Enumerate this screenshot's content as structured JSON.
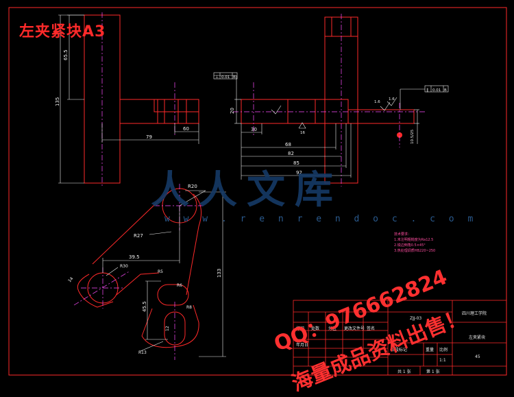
{
  "title": "左夹紧块A3",
  "watermark": {
    "cn": "人人文库",
    "url": "w w w . r e n r e n d o c . c o m"
  },
  "ads": {
    "line1": "QQ：976662824",
    "line2": "海量成品资料出售！"
  },
  "dimensions": {
    "d655": "65.5",
    "d135": "135",
    "d60": "60",
    "d79": "79",
    "d20v": "20",
    "d30": "30",
    "d68": "68",
    "d82": "82",
    "d85": "85",
    "d92": "92",
    "d16a": "16",
    "d16b": "1.6",
    "d16c": "1.6",
    "d106": "10.5/25",
    "r20": "R20",
    "r27": "R27",
    "d395": "39.5",
    "r30": "R30",
    "d14": "14",
    "r5": "R5",
    "r6": "R6",
    "r8": "R8",
    "d455": "45.5",
    "d12": "12",
    "r13": "R13",
    "d133": "133"
  },
  "tolerance_frames": [
    {
      "sym": "⊥",
      "val": "0.01",
      "ref": "B"
    },
    {
      "sym": "∥",
      "val": "0.01",
      "ref": "B"
    }
  ],
  "notes": [
    "技术要求：",
    "1.未注明粗糙度为Ra12.5",
    "2.锐边倒角0.5×45°",
    "3.热处理调质HB220~250"
  ],
  "title_block": {
    "part_name": "左夹紧块",
    "school": "四川理工学院",
    "drawing_no": "ZJJ-03",
    "material": "45",
    "scale": "1:1",
    "sheet": "共 1 张",
    "sheet2": "第 1 张",
    "row_labels": [
      "标记",
      "处数",
      "分区",
      "更改文件号",
      "签名",
      "年月日"
    ],
    "labels2": [
      "阶段标记",
      "重量",
      "比例"
    ]
  },
  "colors": {
    "line": "#ff2a2a",
    "center": "#ff4dff",
    "dim": "#f2f2f2",
    "frame": "#ff2a2a"
  }
}
